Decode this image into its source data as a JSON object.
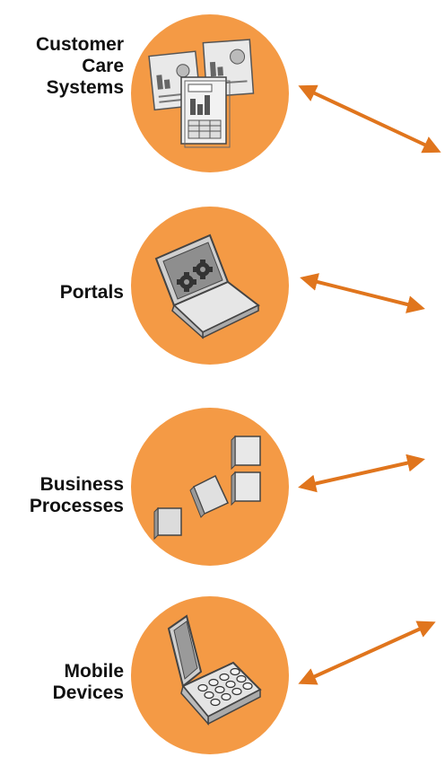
{
  "colors": {
    "circle": "#f49a45",
    "arrow": "#e0751d",
    "text": "#111111"
  },
  "items": [
    {
      "label_lines": [
        "Customer",
        "Care",
        "Systems"
      ],
      "icon": "documents-charts-icon"
    },
    {
      "label_lines": [
        "Portals"
      ],
      "icon": "laptop-gears-icon"
    },
    {
      "label_lines": [
        "Business",
        "Processes"
      ],
      "icon": "process-blocks-icon"
    },
    {
      "label_lines": [
        "Mobile",
        "Devices"
      ],
      "icon": "flip-phone-icon"
    }
  ]
}
